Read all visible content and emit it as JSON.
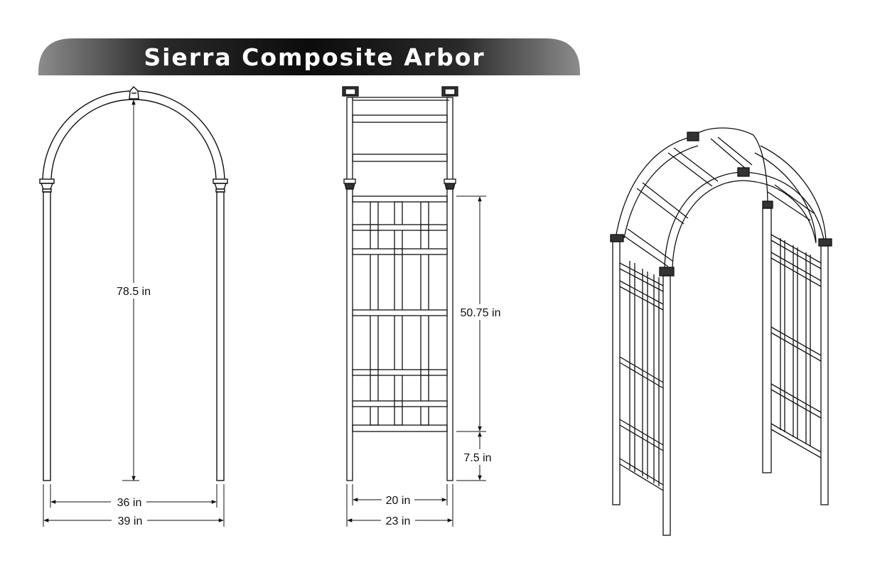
{
  "title": "Sierra Composite Arbor",
  "front_view": {
    "height_label": "78.5 in",
    "inner_width_label": "36 in",
    "outer_width_label": "39 in"
  },
  "side_view": {
    "trellis_height_label": "50.75 in",
    "base_gap_label": "7.5 in",
    "inner_width_label": "20 in",
    "outer_width_label": "23 in"
  },
  "colors": {
    "banner_dark": "#0f0f0f",
    "banner_light": "#8a8a8a",
    "line": "#111111"
  }
}
